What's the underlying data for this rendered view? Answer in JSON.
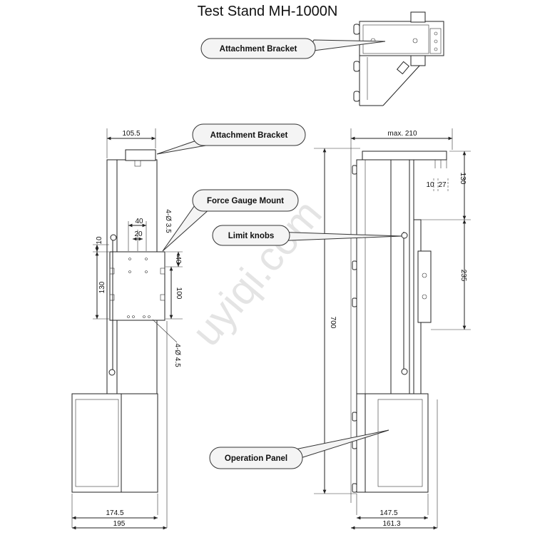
{
  "title": "Test Stand MH-1000N",
  "watermark": "uyiqi.com",
  "callouts": {
    "top_bracket": "Attachment Bracket",
    "left_bracket": "Attachment Bracket",
    "gauge_mount": "Force Gauge Mount",
    "limit_knobs": "Limit knobs",
    "operation_panel": "Operation Panel"
  },
  "dimensions": {
    "d105_5": "105.5",
    "d40_top": "40",
    "d20": "20",
    "d4_3_5": "4-Ø 3.5",
    "d10": "10",
    "d130_left": "130",
    "d40_right": "40",
    "d100": "100",
    "d4_4_5": "4-Ø 4.5",
    "d174_5": "174.5",
    "d195": "195",
    "max210": "max. 210",
    "d130_right": "130",
    "d10_r": "10",
    "d27": "27",
    "d235": "235",
    "d700": "700",
    "d147_5": "147.5",
    "d161_3": "161.3"
  }
}
